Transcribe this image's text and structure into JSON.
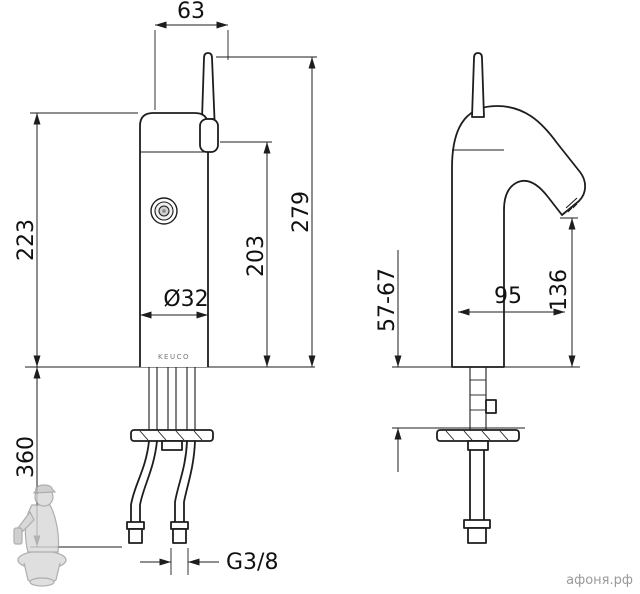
{
  "colors": {
    "background": "#ffffff",
    "line": "#1d1d1d",
    "watermark": "#9a9a9a"
  },
  "front_view": {
    "brand": "KEUCO",
    "dims": {
      "handle_offset": "63",
      "body_height": "223",
      "spout_height": "203",
      "total_height": "279",
      "body_diameter": "Ø32",
      "below_deck_length": "360",
      "thread": "G3/8"
    }
  },
  "side_view": {
    "dims": {
      "mounting_thickness": "57-67",
      "spout_reach": "95",
      "outlet_height": "136"
    }
  },
  "watermark": {
    "text": "афоня.рф"
  }
}
